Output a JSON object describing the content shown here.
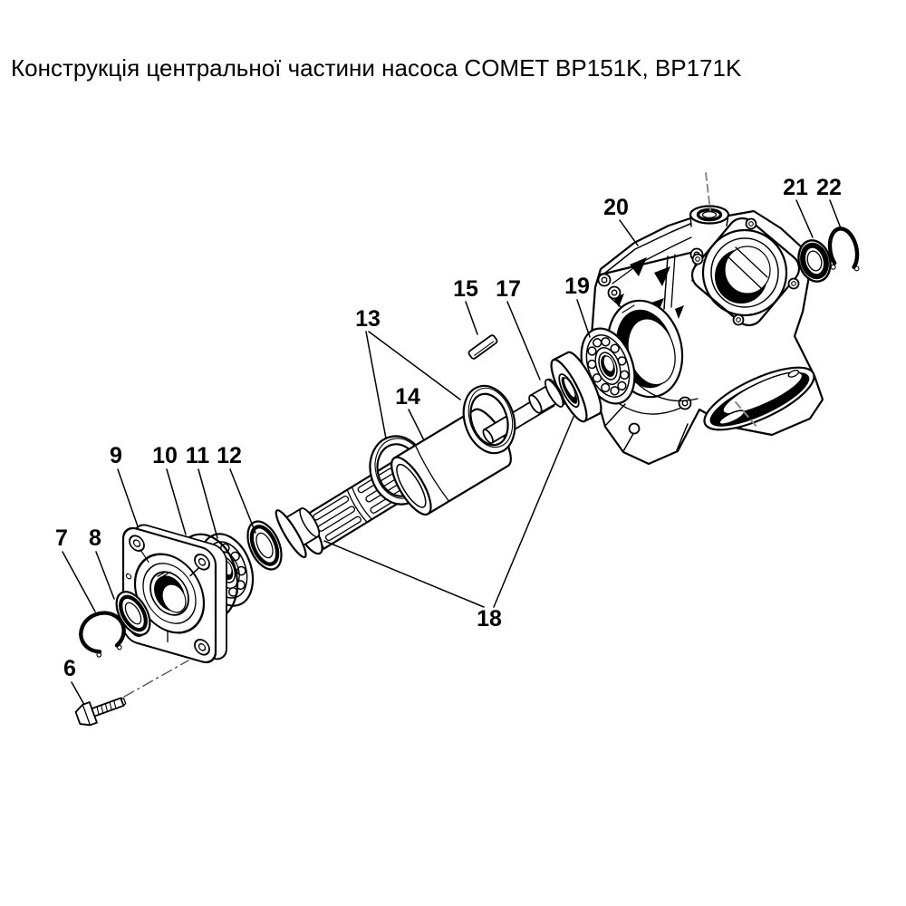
{
  "title": "Конструкція центральної частини насоса COMET BP151K, BP171K",
  "figure": {
    "type": "exploded-parts-diagram",
    "part_labels": [
      "6",
      "7",
      "8",
      "9",
      "10",
      "11",
      "12",
      "13",
      "14",
      "15",
      "17",
      "18",
      "19",
      "20",
      "21",
      "22"
    ]
  },
  "colors": {
    "background": "#ffffff",
    "line": "#000000",
    "label_text": "#000000",
    "dashed_guide": "#8a8a8a"
  }
}
